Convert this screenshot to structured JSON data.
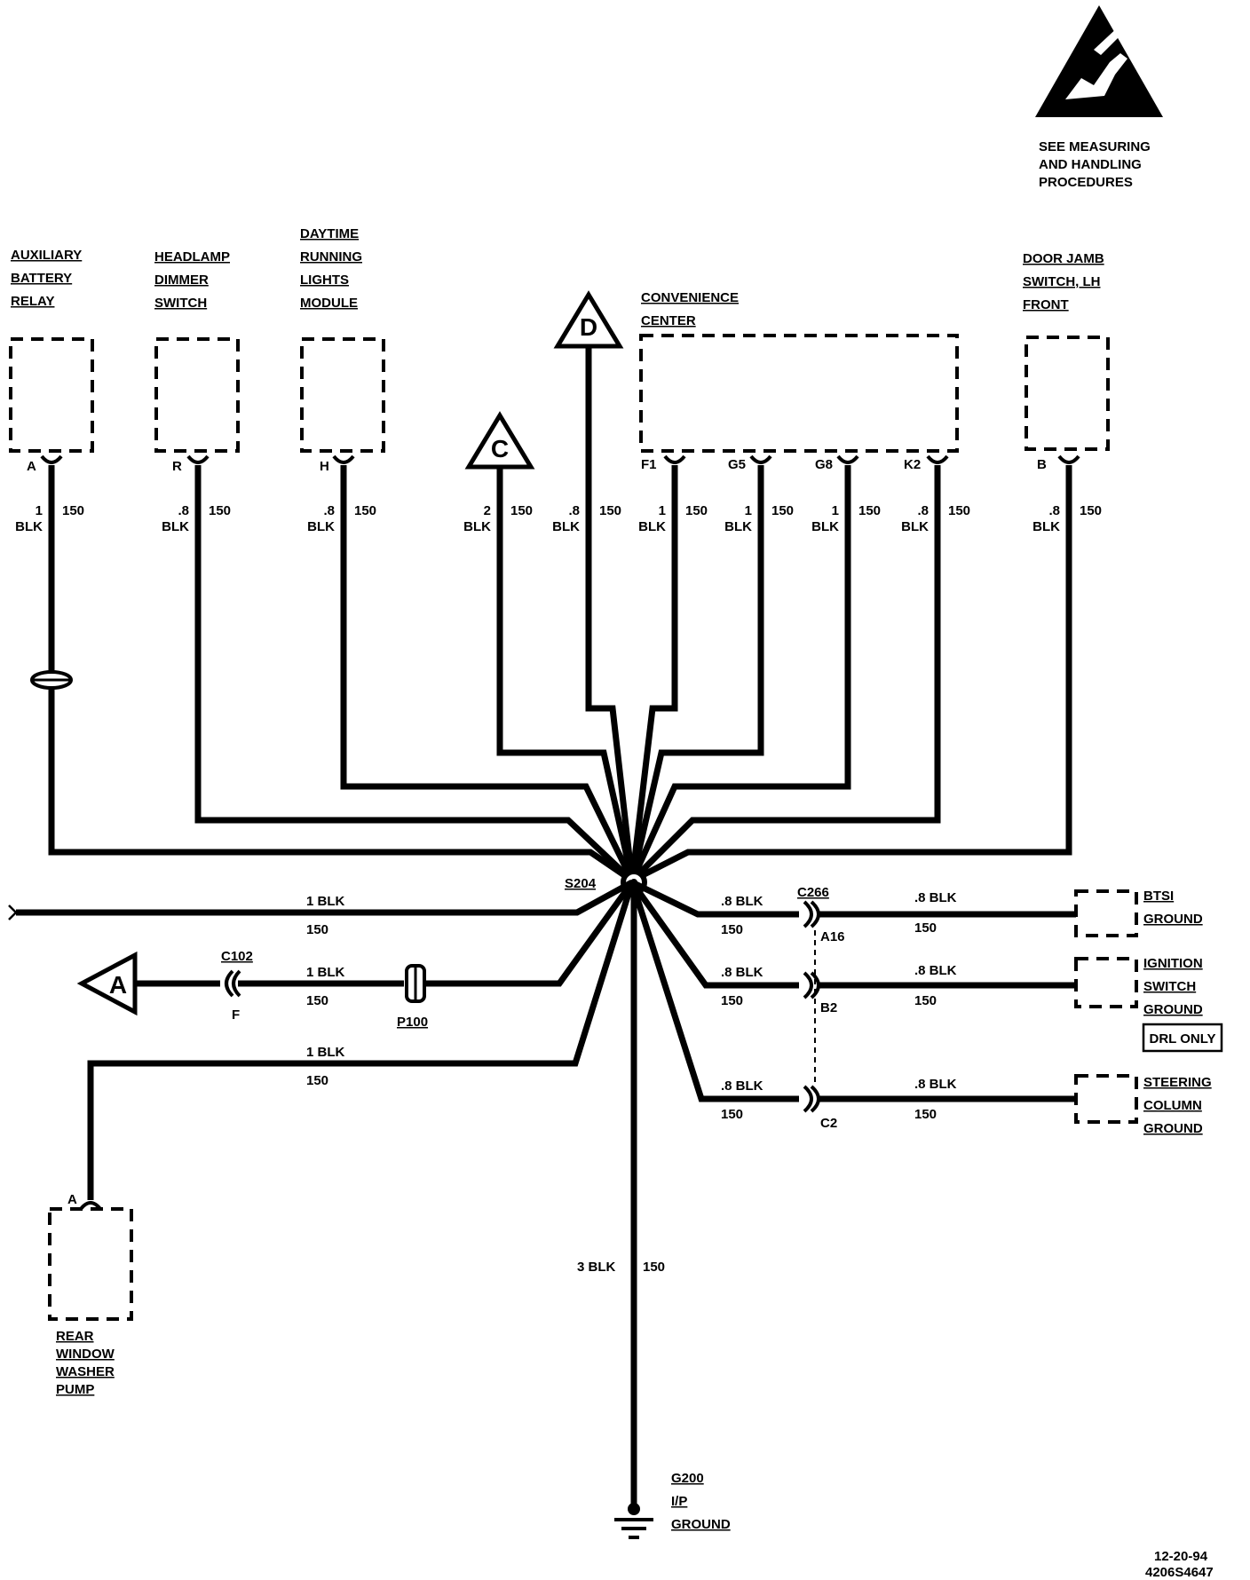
{
  "esd": {
    "note_lines": [
      "SEE MEASURING",
      "AND HANDLING",
      "PROCEDURES"
    ]
  },
  "components": {
    "aux_battery_relay": [
      "AUXILIARY",
      "BATTERY",
      "RELAY"
    ],
    "headlamp_dimmer_switch": [
      "HEADLAMP",
      "DIMMER",
      "SWITCH"
    ],
    "drl_module": [
      "DAYTIME",
      "RUNNING",
      "LIGHTS",
      "MODULE"
    ],
    "convenience_center": [
      "CONVENIENCE",
      "CENTER"
    ],
    "door_jamb_switch": [
      "DOOR JAMB",
      "SWITCH, LH",
      "FRONT"
    ],
    "btsi_ground": [
      "BTSI",
      "GROUND"
    ],
    "ignition_switch_ground": [
      "IGNITION",
      "SWITCH",
      "GROUND"
    ],
    "drl_only": "DRL ONLY",
    "steering_column_ground": [
      "STEERING",
      "COLUMN",
      "GROUND"
    ],
    "rear_window_washer_pump": [
      "REAR",
      "WINDOW",
      "WASHER",
      "PUMP"
    ],
    "g200": [
      "G200",
      "I/P",
      "GROUND"
    ]
  },
  "offpage": {
    "C": "C",
    "D": "D",
    "A": "A"
  },
  "pins": {
    "aux": "A",
    "headlamp": "R",
    "drl": "H",
    "conv_f1": "F1",
    "conv_g5": "G5",
    "conv_g8": "G8",
    "conv_k2": "K2",
    "door": "B",
    "washer": "A"
  },
  "wires_top": [
    {
      "size": "1",
      "color": "BLK",
      "circuit": "150"
    },
    {
      "size": ".8",
      "color": "BLK",
      "circuit": "150"
    },
    {
      "size": ".8",
      "color": "BLK",
      "circuit": "150"
    },
    {
      "size": "2",
      "color": "BLK",
      "circuit": "150"
    },
    {
      "size": ".8",
      "color": "BLK",
      "circuit": "150"
    },
    {
      "size": "1",
      "color": "BLK",
      "circuit": "150"
    },
    {
      "size": "1",
      "color": "BLK",
      "circuit": "150"
    },
    {
      "size": "1",
      "color": "BLK",
      "circuit": "150"
    },
    {
      "size": ".8",
      "color": "BLK",
      "circuit": "150"
    },
    {
      "size": ".8",
      "color": "BLK",
      "circuit": "150"
    }
  ],
  "splice": "S204",
  "connectors": {
    "c266": "C266",
    "c266_a16": "A16",
    "c266_b2": "B2",
    "c266_c2": "C2",
    "c102": "C102",
    "c102_f": "F",
    "p100": "P100"
  },
  "wires_side": {
    "left_1": {
      "label": "1 BLK",
      "circuit": "150"
    },
    "left_2": {
      "label": "1 BLK",
      "circuit": "150"
    },
    "left_3": {
      "label": "1 BLK",
      "circuit": "150"
    },
    "right_a": {
      "label": ".8 BLK",
      "circuit": "150"
    },
    "right_b": {
      "label": ".8 BLK",
      "circuit": "150"
    },
    "right_c": {
      "label": ".8 BLK",
      "circuit": "150"
    },
    "right_a2": {
      "label": ".8 BLK",
      "circuit": "150"
    },
    "right_b2": {
      "label": ".8 BLK",
      "circuit": "150"
    },
    "right_c2": {
      "label": ".8 BLK",
      "circuit": "150"
    },
    "ground": {
      "label": "3 BLK",
      "circuit": "150"
    }
  },
  "footer": {
    "date": "12-20-94",
    "code": "4206S4647"
  }
}
